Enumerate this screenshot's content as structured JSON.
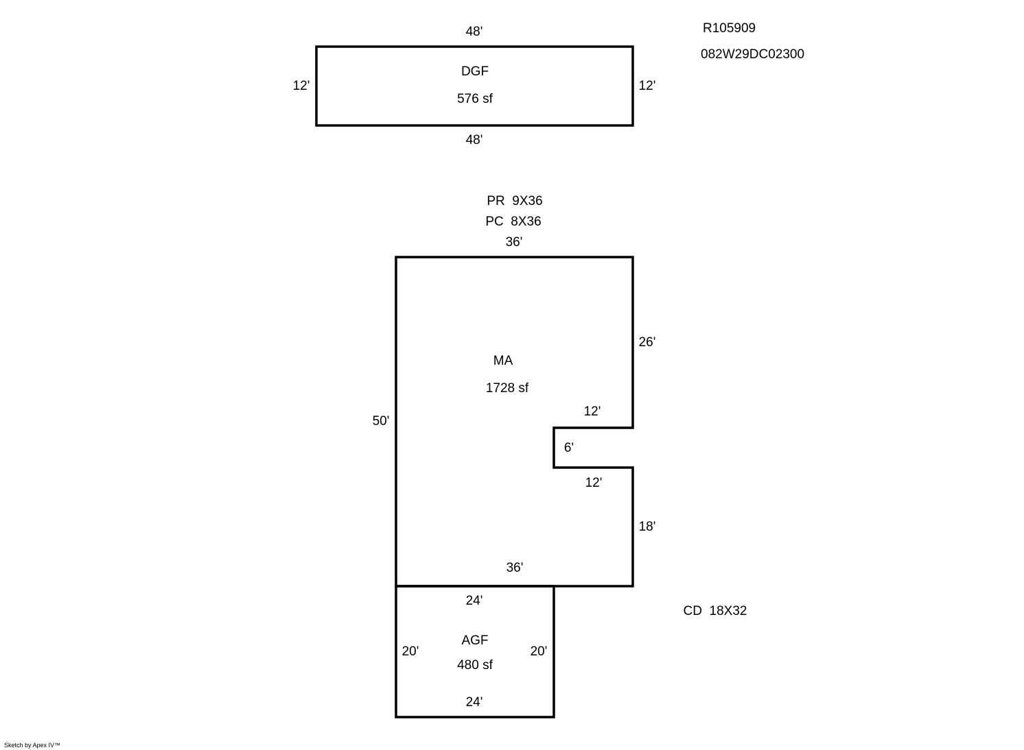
{
  "parcel": {
    "account_number": "R105909",
    "map_number": "082W29DC02300"
  },
  "areas": [
    {
      "id": "dgf",
      "code": "DGF",
      "area_label": "576 sf",
      "dimensions": {
        "top": "48'",
        "bottom": "48'",
        "left": "12'",
        "right": "12'"
      }
    },
    {
      "id": "ma",
      "code": "MA",
      "area_label": "1728 sf",
      "dimensions": {
        "top": "36'",
        "left": "50'",
        "right_upper": "26'",
        "notch_top": "12'",
        "notch_side": "6'",
        "notch_bottom": "12'",
        "right_lower": "18'",
        "bottom": "36'"
      }
    },
    {
      "id": "agf",
      "code": "AGF",
      "area_label": "480 sf",
      "dimensions": {
        "top": "24'",
        "bottom": "24'",
        "left": "20'",
        "right": "20'"
      }
    }
  ],
  "notes": {
    "porch_rear": "PR  9X36",
    "porch_covered": "PC  8X36",
    "deck": "CD  18X32"
  },
  "footer": "Sketch by Apex IV™",
  "colors": {
    "line": "#000000",
    "background": "#ffffff"
  }
}
